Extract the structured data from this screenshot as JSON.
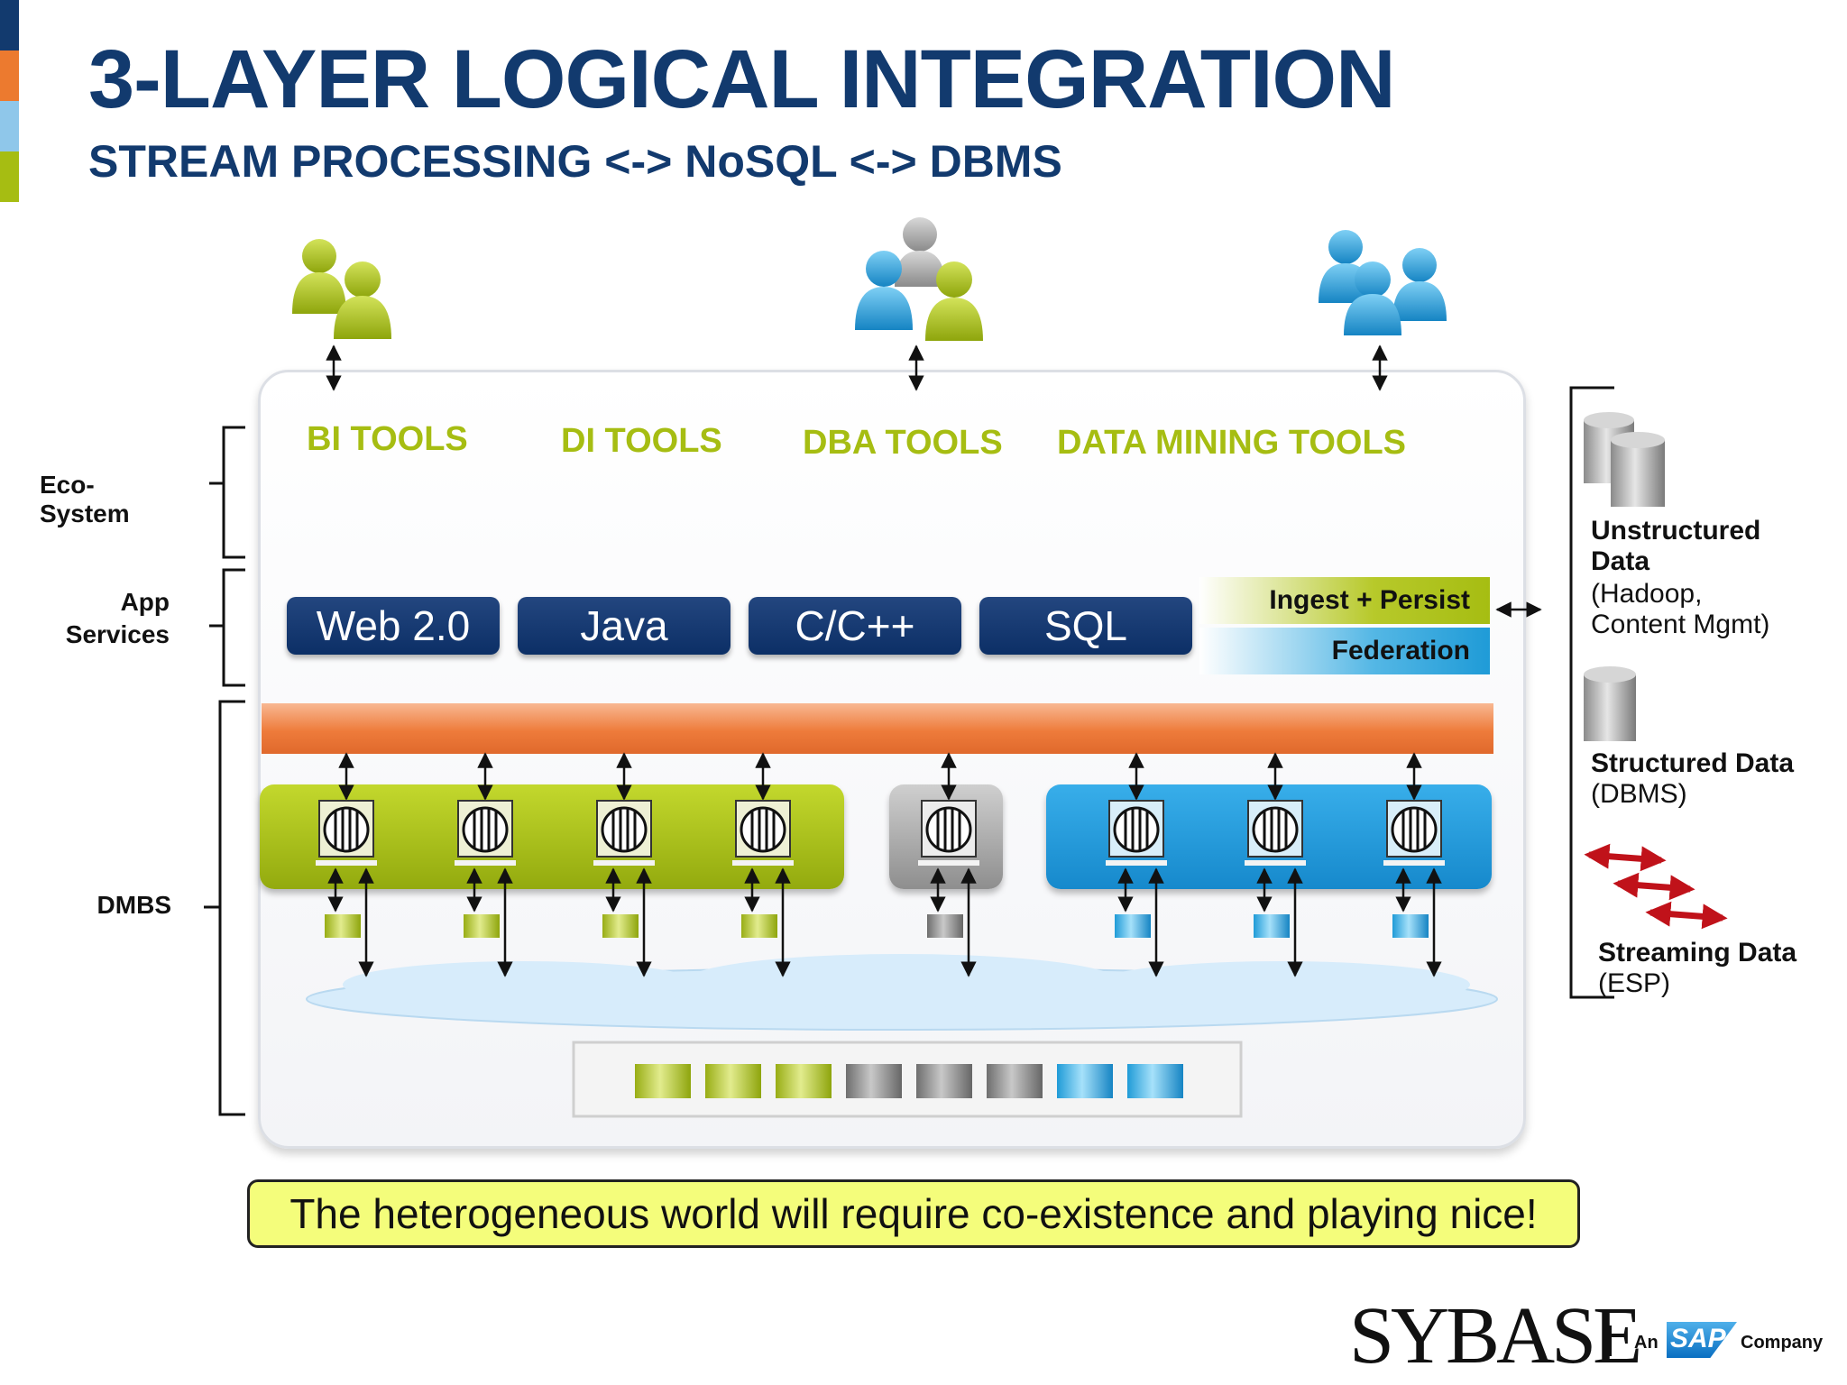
{
  "slide": {
    "title": "3-LAYER LOGICAL INTEGRATION",
    "subtitle": "STREAM PROCESSING <-> NoSQL <-> DBMS",
    "accent_colors": [
      "#123a6e",
      "#ec7a2f",
      "#8fc7ea",
      "#a6bd12"
    ]
  },
  "layers": {
    "eco_system": "Eco-System",
    "app_services_line1": "App",
    "app_services_line2": "Services",
    "dmbs": "DMBS"
  },
  "tools": [
    "BI TOOLS",
    "DI TOOLS",
    "DBA TOOLS",
    "DATA MINING TOOLS"
  ],
  "languages": [
    "Web 2.0",
    "Java",
    "C/C++",
    "SQL"
  ],
  "integration": {
    "ingest_persist": "Ingest + Persist",
    "federation": "Federation"
  },
  "legend": {
    "unstructured_title_1": "Unstructured",
    "unstructured_title_2": "Data",
    "unstructured_sub_1": "(Hadoop,",
    "unstructured_sub_2": "Content Mgmt)",
    "structured_title": "Structured Data",
    "structured_sub": "(DBMS)",
    "streaming_title": "Streaming Data",
    "streaming_sub": "(ESP)"
  },
  "colors": {
    "green": "#a6bd12",
    "gray": "#8c8c8c",
    "blue": "#1f9bd7",
    "orange": "#ec7a2f",
    "navy": "#123a6e",
    "red_arrow": "#c0121a"
  },
  "footer": {
    "message": "The heterogeneous world will require co-existence and playing nice!"
  },
  "branding": {
    "logo_text": "SYBASE",
    "an": "An",
    "sap": "SAP",
    "company": "Company"
  }
}
